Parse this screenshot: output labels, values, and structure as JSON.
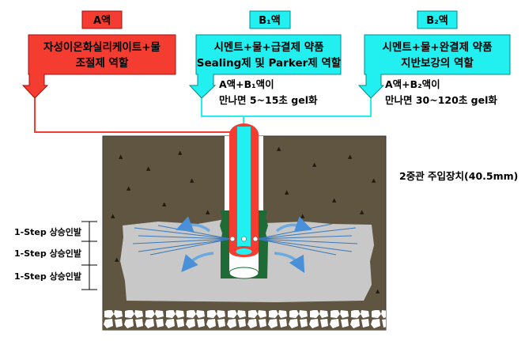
{
  "colors": {
    "liquid_a": "#f53c30",
    "liquid_b": "#22f0f0",
    "soil": "#5f5540",
    "grout": "#c8c8c8",
    "sleeve": "#1e6b35"
  },
  "liquid_a": {
    "tag": "A액",
    "desc_line1": "자성이온화실리케이트+물",
    "desc_line2": "조절제 역할"
  },
  "liquid_b1": {
    "tag": "B₁액",
    "desc_line1": "시멘트+물+급결제 약품",
    "desc_line2": "Sealing제 및 Parker제 역할",
    "note_line1": "A액+B₁액이",
    "note_line2": "만나면 5~15초 gel화"
  },
  "liquid_b2": {
    "tag": "B₂액",
    "desc_line1": "시멘트+물+완결제 약품",
    "desc_line2": "지반보강의 역할",
    "note_line1": "A액+B₂액이",
    "note_line2": "만나면 30~120초 gel화"
  },
  "device_label": "2중관 주입장치(40.5mm)",
  "steps": [
    "1-Step 상승인발",
    "1-Step 상승인발",
    "1-Step 상승인발"
  ]
}
